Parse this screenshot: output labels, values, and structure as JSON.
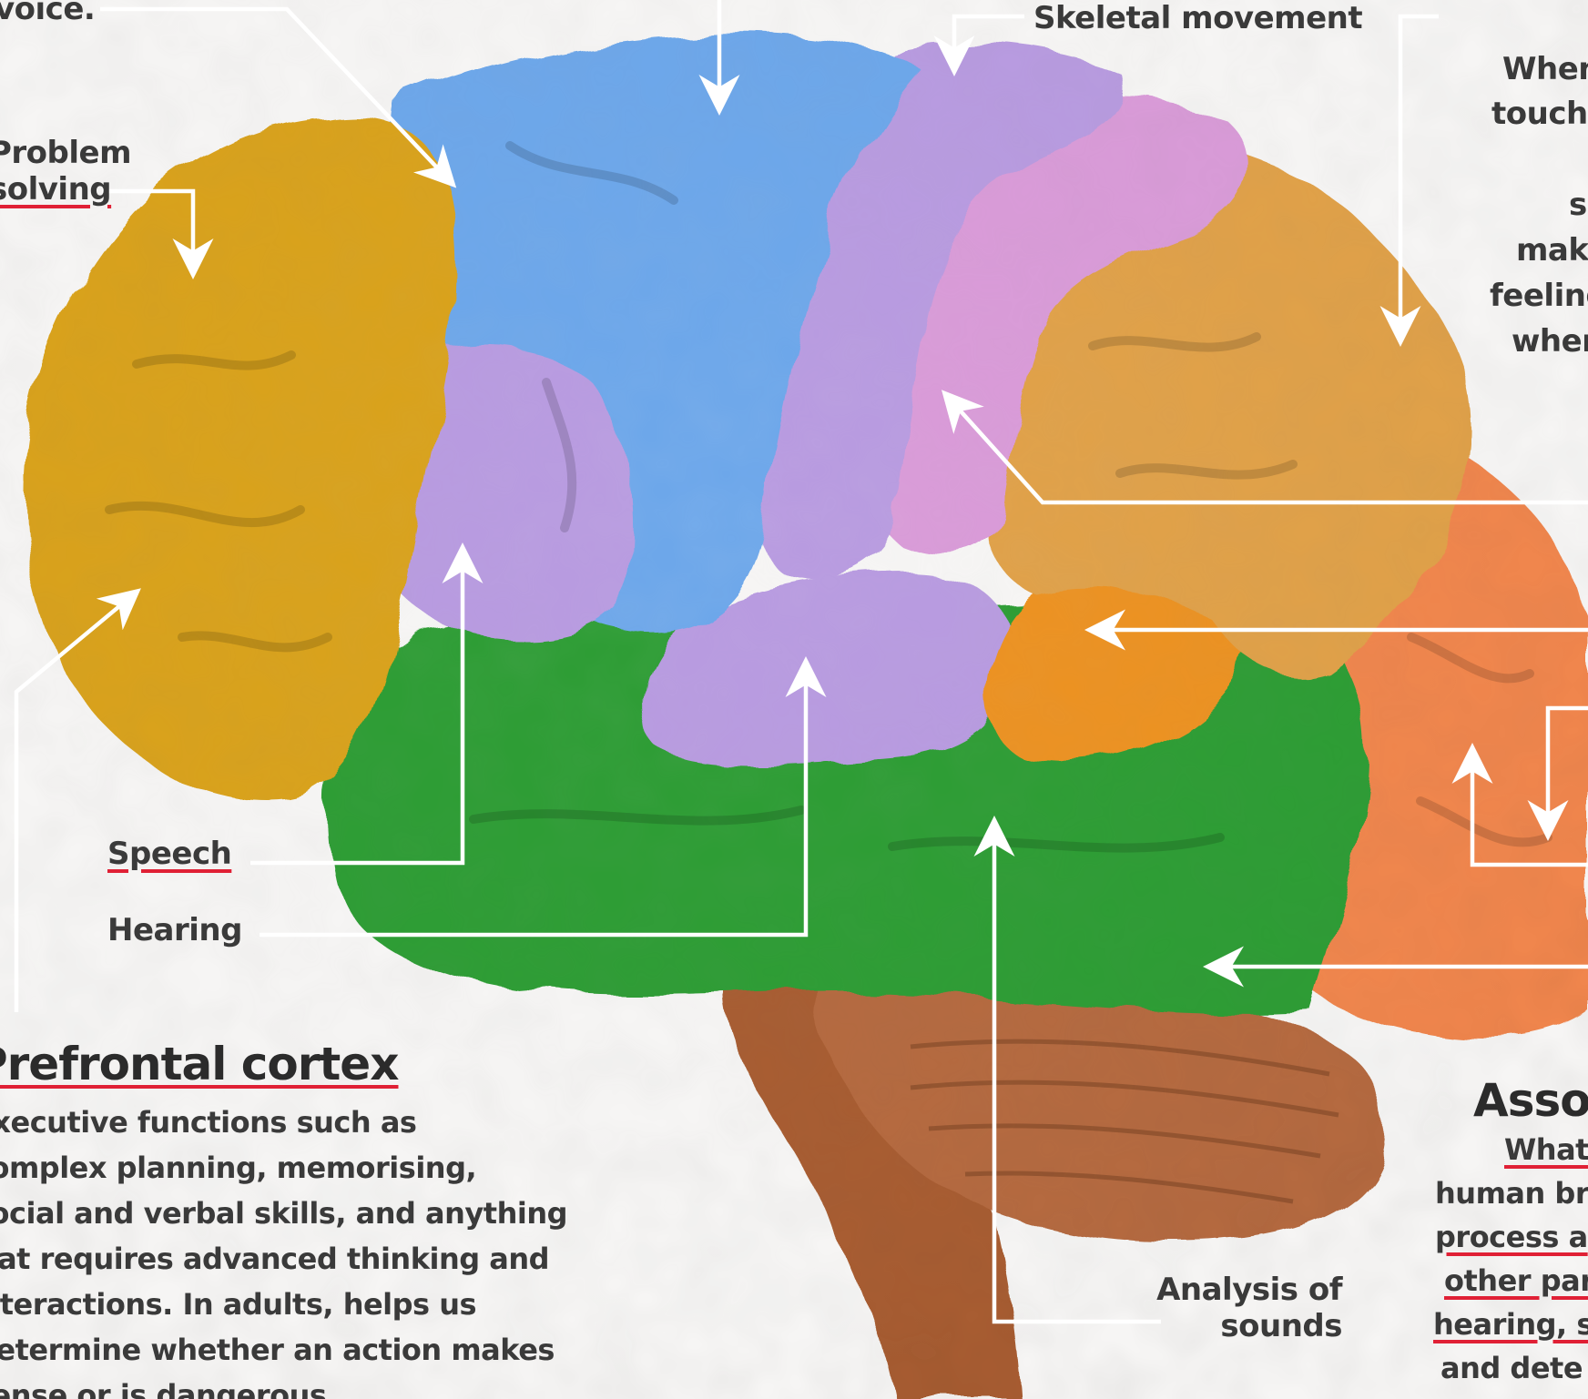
{
  "labels": {
    "voice": "voice.",
    "skeletal_movement": "Skeletal movement",
    "problem_solving_line1": "Problem",
    "problem_solving_line2": "solving",
    "speech": "Speech",
    "hearing": "Hearing",
    "analysis_of_sounds_line1": "Analysis of",
    "analysis_of_sounds_line2": "sounds"
  },
  "right_margin_lines": [
    "When",
    "touch",
    "s",
    "mak",
    "feeling",
    "when"
  ],
  "prefrontal": {
    "heading": "Prefrontal cortex",
    "lines": [
      "Executive functions such as",
      "complex planning, memorising,",
      "social and verbal skills, and anything",
      "that requires advanced thinking and",
      "interactions. In adults, helps us",
      "determine whether an action makes",
      "sense or is dangerous."
    ]
  },
  "association": {
    "heading": "Association",
    "lines": [
      "What",
      "human br",
      "process a",
      "other par",
      "hearing, s",
      "and dete"
    ]
  },
  "colors": {
    "background": "#f6f5f4",
    "frontal_lobe": "#d9a21c",
    "motor_cortex": "#6da7ea",
    "premotor_and_auditory": "#b89be0",
    "somatosensory_cortex": "#d99bd8",
    "parietal_lobe": "#e0a14a",
    "occipital_lobe": "#f0864e",
    "temporal_lobe": "#2f9d35",
    "wernicke_area": "#ec9224",
    "cerebellum": "#b56a40",
    "brain_stem": "#a85d30",
    "underline": "#e02035",
    "leader_line": "#ffffff"
  }
}
